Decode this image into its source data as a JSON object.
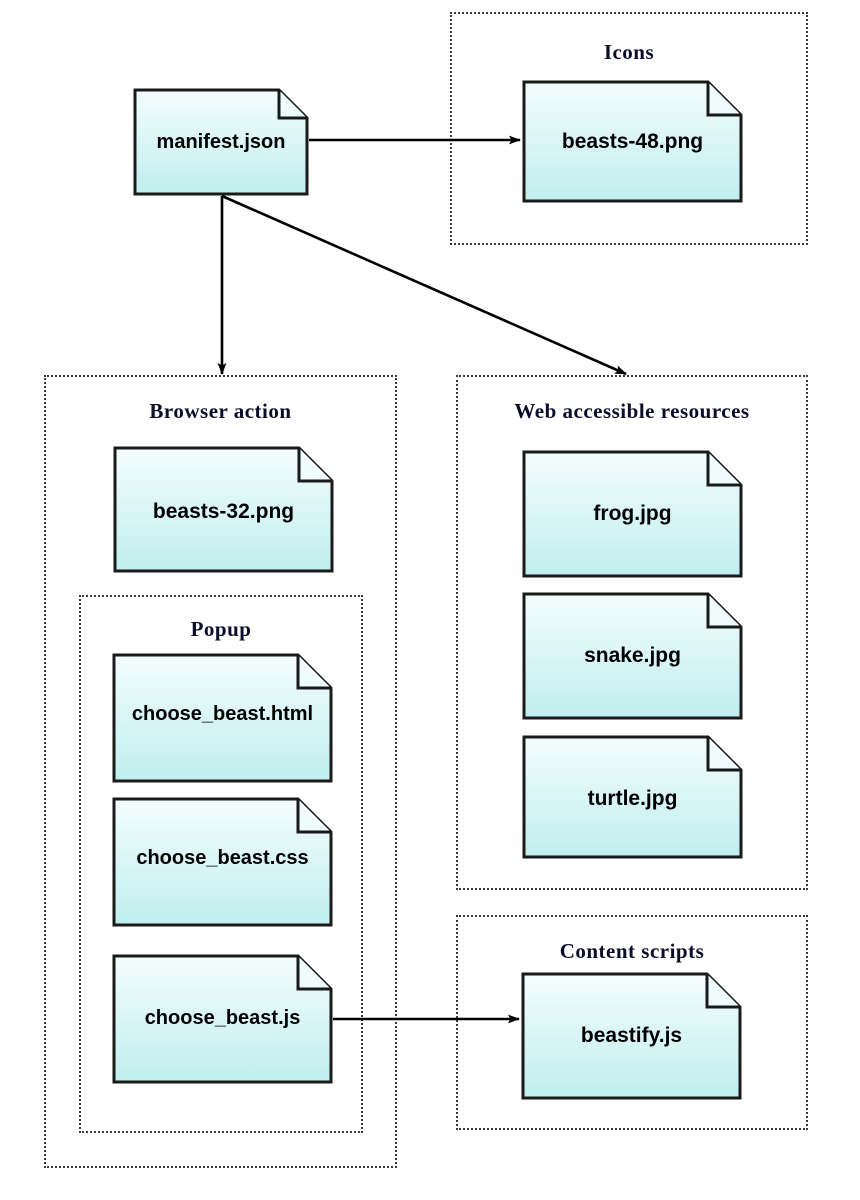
{
  "diagram": {
    "title": "WebExtension file structure diagram",
    "node_fill_top": "#f2fdfd",
    "node_fill_bottom": "#c2efef",
    "node_stroke": "#1a1a1a",
    "group_stroke": "#3a3a3a",
    "edge_color": "#000000"
  },
  "nodes": {
    "manifest": {
      "label": "manifest.json"
    },
    "beasts48": {
      "label": "beasts-48.png"
    },
    "beasts32": {
      "label": "beasts-32.png"
    },
    "choose_html": {
      "label": "choose_beast.html"
    },
    "choose_css": {
      "label": "choose_beast.css"
    },
    "choose_js": {
      "label": "choose_beast.js"
    },
    "frog": {
      "label": "frog.jpg"
    },
    "snake": {
      "label": "snake.jpg"
    },
    "turtle": {
      "label": "turtle.jpg"
    },
    "beastify": {
      "label": "beastify.js"
    }
  },
  "groups": {
    "icons": {
      "label": "Icons"
    },
    "browser_action": {
      "label": "Browser action"
    },
    "popup": {
      "label": "Popup"
    },
    "web_accessible_resources": {
      "label": "Web accessible resources"
    },
    "content_scripts": {
      "label": "Content scripts"
    }
  },
  "edges": [
    {
      "name": "manifest-to-icons",
      "from": "manifest.json",
      "to": "beasts-48.png"
    },
    {
      "name": "manifest-to-browser-action",
      "from": "manifest.json",
      "to": "Browser action"
    },
    {
      "name": "manifest-to-web-accessible-resources",
      "from": "manifest.json",
      "to": "Web accessible resources"
    },
    {
      "name": "choose-beast-js-to-beastify-js",
      "from": "choose_beast.js",
      "to": "beastify.js"
    }
  ]
}
